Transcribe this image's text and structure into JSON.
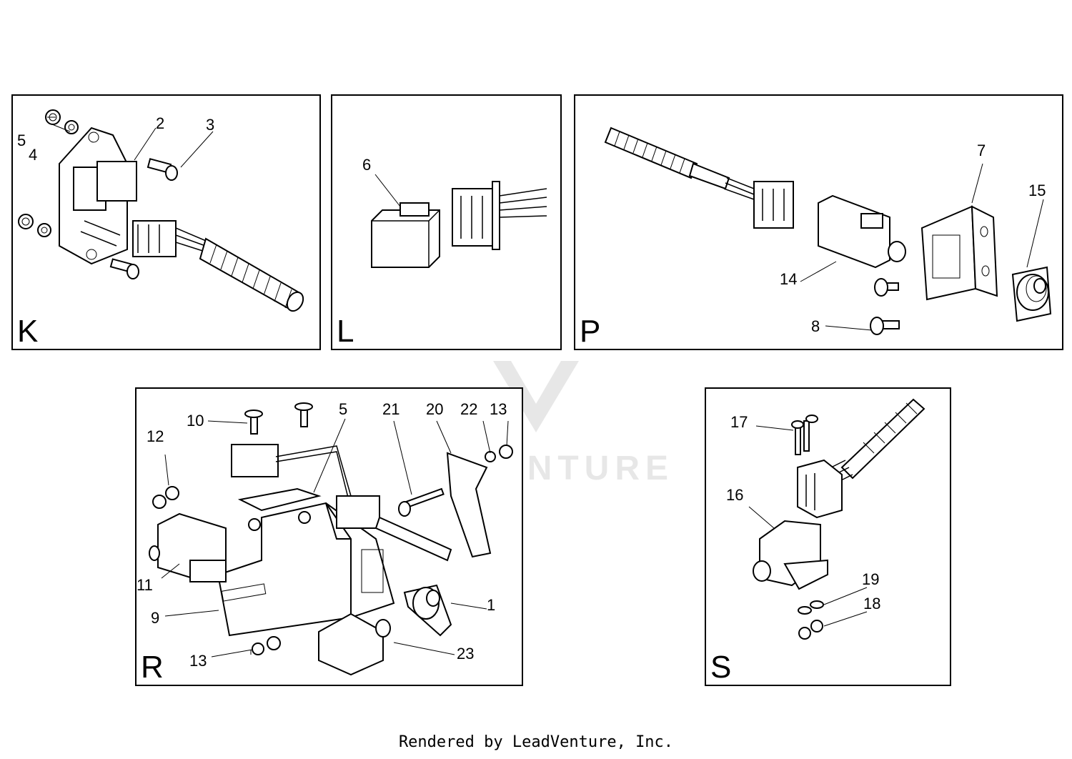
{
  "panels": [
    {
      "id": "K",
      "letter": "K",
      "callouts": [
        "5",
        "4",
        "2",
        "3"
      ]
    },
    {
      "id": "L",
      "letter": "L",
      "callouts": [
        "6"
      ]
    },
    {
      "id": "P",
      "letter": "P",
      "callouts": [
        "7",
        "15",
        "14",
        "8"
      ]
    },
    {
      "id": "R",
      "letter": "R",
      "callouts": [
        "10",
        "5",
        "21",
        "20",
        "22",
        "13",
        "12",
        "11",
        "9",
        "1",
        "13",
        "23"
      ]
    },
    {
      "id": "S",
      "letter": "S",
      "callouts": [
        "17",
        "16",
        "19",
        "18"
      ]
    }
  ],
  "watermark_text": "LEADVENTURE",
  "footer": "Rendered by LeadVenture, Inc."
}
